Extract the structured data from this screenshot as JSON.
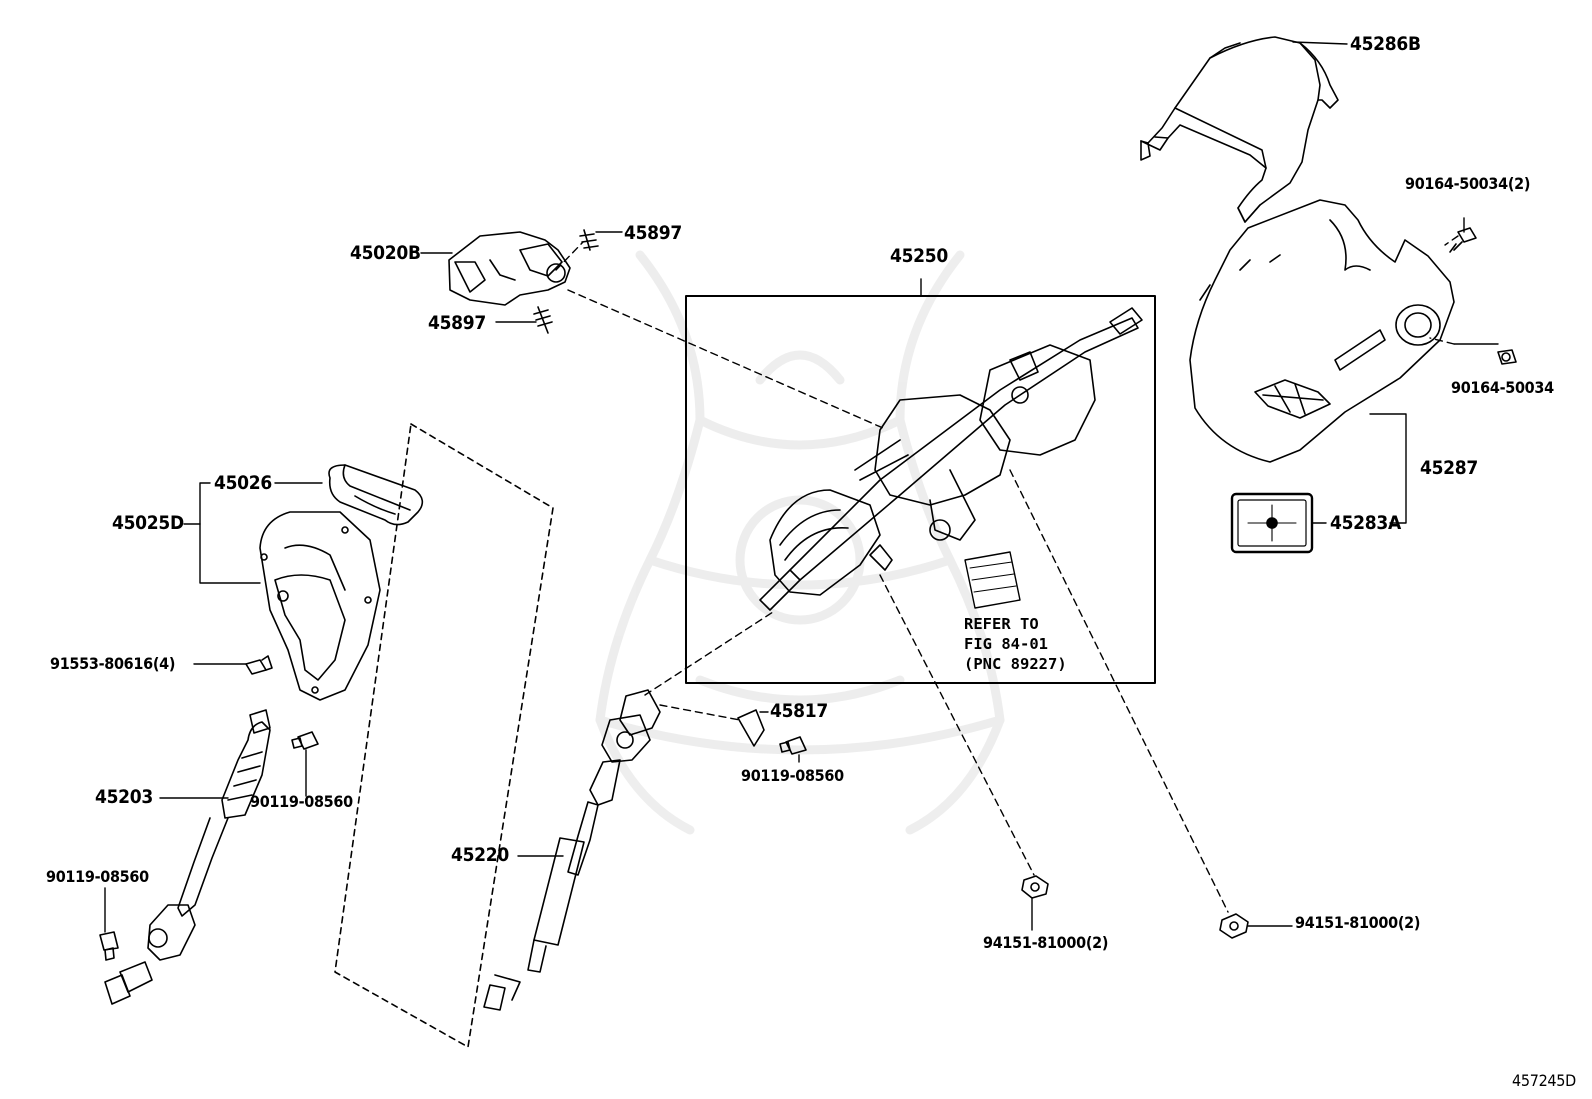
{
  "diagram_code": "457245D",
  "callouts": {
    "p45286B": "45286B",
    "p90164_50034_2": "90164-50034(2)",
    "p90164_50034": "90164-50034",
    "p45287": "45287",
    "p45283A": "45283A",
    "p45250": "45250",
    "p45020B": "45020B",
    "p45897_top": "45897",
    "p45897_bottom": "45897",
    "p45026": "45026",
    "p45025D": "45025D",
    "p91553": "91553-80616(4)",
    "p45203": "45203",
    "p90119_mid": "90119-08560",
    "p90119_left": "90119-08560",
    "p45220": "45220",
    "p45817": "45817",
    "p90119_right": "90119-08560",
    "p94151_center": "94151-81000(2)",
    "p94151_right": "94151-81000(2)"
  },
  "reference_note": "REFER TO\nFIG 84-01\n(PNC 89227)"
}
